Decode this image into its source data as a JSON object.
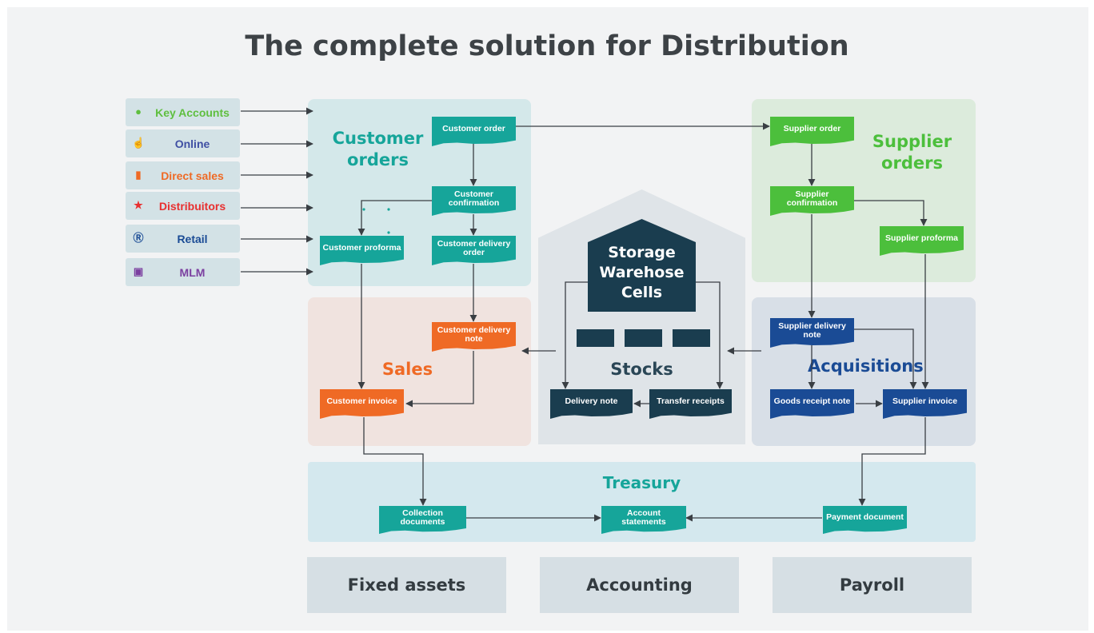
{
  "title": "The complete solution for Distribution",
  "sources": [
    {
      "label": "Key Accounts",
      "icon": "headset-icon",
      "color": "#5fbf3f"
    },
    {
      "label": "Online",
      "icon": "pointer-hand-icon",
      "color": "#3f4fa3"
    },
    {
      "label": "Direct sales",
      "icon": "cards-icon",
      "color": "#ef6a25"
    },
    {
      "label": "Distribuitors",
      "icon": "people-icon",
      "color": "#e83030"
    },
    {
      "label": "Retail",
      "icon": "dollar-coin-icon",
      "color": "#1a4b95"
    },
    {
      "label": "MLM",
      "icon": "presentation-icon",
      "color": "#7b3fa0"
    }
  ],
  "panels": {
    "customer_orders": "Customer orders",
    "supplier_orders": "Supplier orders",
    "sales": "Sales",
    "acquisitions": "Acquisitions",
    "treasury": "Treasury",
    "stocks": "Stocks",
    "storage": "Storage Warehose Cells"
  },
  "docs": {
    "customer_order": "Customer order",
    "customer_confirmation": "Customer confirmation",
    "customer_proforma": "Customer proforma",
    "customer_delivery_order": "Customer delivery order",
    "customer_delivery_note": "Customer delivery note",
    "customer_invoice": "Customer invoice",
    "supplier_order": "Supplier order",
    "supplier_confirmation": "Supplier confirmation",
    "supplier_proforma": "Supplier proforma",
    "supplier_delivery_note": "Supplier delivery note",
    "goods_receipt_note": "Goods receipt note",
    "supplier_invoice": "Supplier invoice",
    "delivery_note": "Delivery note",
    "transfer_receipts": "Transfer receipts",
    "collection_documents": "Collection documents",
    "account_statements": "Account statements",
    "payment_document": "Payment document"
  },
  "modules": {
    "fixed_assets": "Fixed assets",
    "accounting": "Accounting",
    "payroll": "Payroll"
  },
  "colors": {
    "teal": "#16a59a",
    "green": "#4cbf3c",
    "orange": "#ef6a25",
    "blue": "#1a4b95",
    "navy": "#1a3d4f"
  }
}
